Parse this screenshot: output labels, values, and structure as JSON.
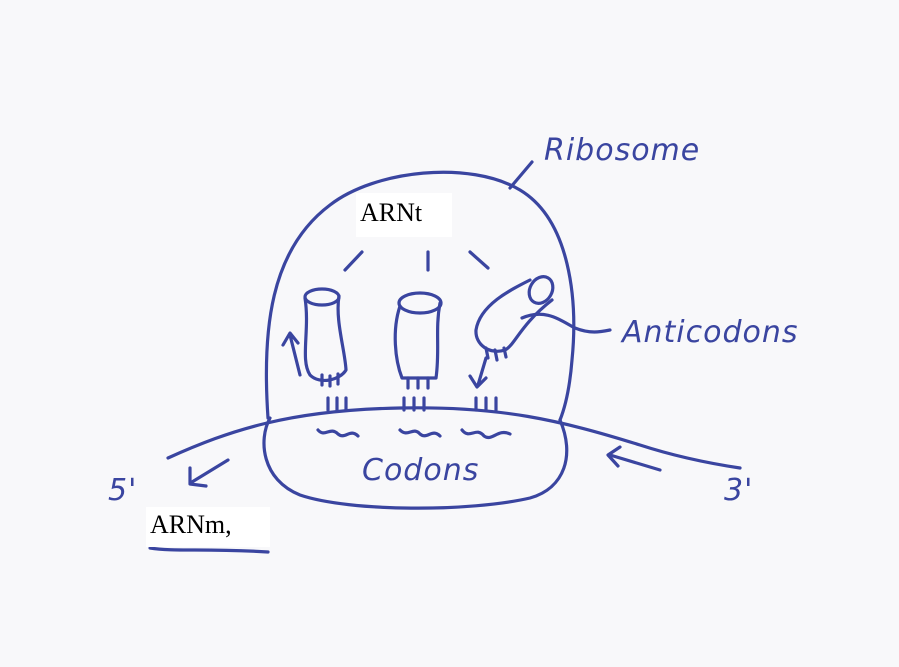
{
  "diagram": {
    "ink_color": "#3a45a0",
    "paper_color": "#f8f8fa",
    "labels": {
      "ribosome": "Ribosome",
      "anticodons": "Anticodons",
      "codons": "Codons",
      "five_prime": "5'",
      "three_prime": "3'"
    },
    "overlay_labels": {
      "trna": "ARNt",
      "mrna": "ARNm,"
    }
  }
}
